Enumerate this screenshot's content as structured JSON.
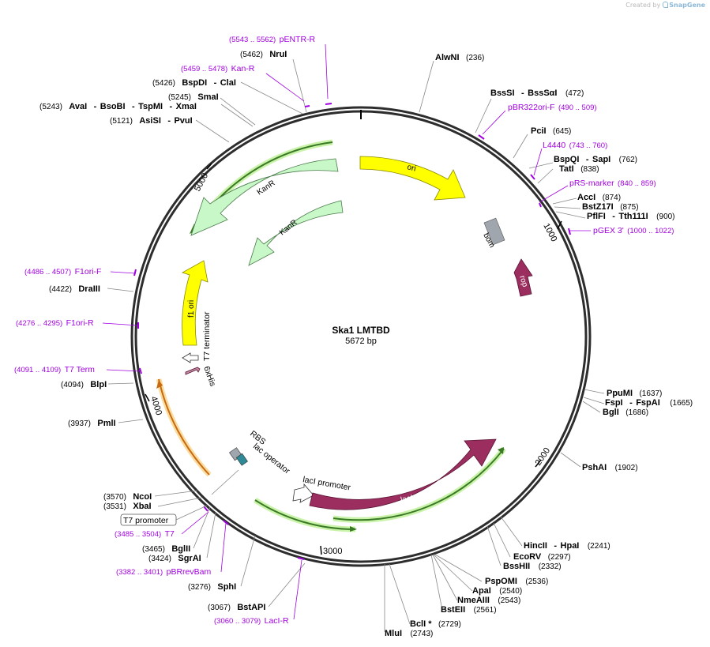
{
  "credit": {
    "prefix": "Created by",
    "brand": "SnapGene"
  },
  "map": {
    "name": "Ska1 LMTBD",
    "length_text": "5672 bp",
    "bp": 5672,
    "colors": {
      "ori": "#ffff00",
      "kan": "#c8f7c8",
      "laci": "#9b2d5f",
      "rop": "#9b2d5f",
      "bom": "#a0a6ad",
      "f1ori": "#ffff00",
      "primer": "#a100e0",
      "backbone": "#2d2d2d"
    },
    "ticks": [
      {
        "label": "1000"
      },
      {
        "label": "2000"
      },
      {
        "label": "3000"
      },
      {
        "label": "4000"
      },
      {
        "label": "5000"
      }
    ],
    "enzymes": [
      {
        "name": "AlwNI",
        "pos": "(236)"
      },
      {
        "name": "BssSI",
        "sep": "-",
        "name2": "BssSαI",
        "pos": "(472)"
      },
      {
        "name": "PciI",
        "pos": "(645)"
      },
      {
        "name": "BspQI",
        "sep": "-",
        "name2": "SapI",
        "pos": "(762)"
      },
      {
        "name": "TatI",
        "pos": "(838)"
      },
      {
        "name": "AccI",
        "pos": "(874)"
      },
      {
        "name": "BstZ17I",
        "pos": "(875)"
      },
      {
        "name": "PflFI",
        "sep": "-",
        "name2": "Tth111I",
        "pos": "(900)"
      },
      {
        "name": "PpuMI",
        "pos": "(1637)"
      },
      {
        "name": "FspI",
        "sep": "-",
        "name2": "FspAI",
        "pos": "(1665)"
      },
      {
        "name": "BglI",
        "pos": "(1686)"
      },
      {
        "name": "PshAI",
        "pos": "(1902)"
      },
      {
        "name": "HincII",
        "sep": "-",
        "name2": "HpaI",
        "pos": "(2241)"
      },
      {
        "name": "EcoRV",
        "pos": "(2297)"
      },
      {
        "name": "BssHII",
        "pos": "(2332)"
      },
      {
        "name": "PspOMI",
        "pos": "(2536)"
      },
      {
        "name": "ApaI",
        "pos": "(2540)"
      },
      {
        "name": "NmeAIII",
        "pos": "(2543)"
      },
      {
        "name": "BstEII",
        "pos": "(2561)"
      },
      {
        "name": "BclI *",
        "pos": "(2729)"
      },
      {
        "name": "MluI",
        "pos": "(2743)"
      },
      {
        "name": "BstAPI",
        "pos": "(3067)"
      },
      {
        "name": "SphI",
        "pos": "(3276)"
      },
      {
        "name": "SgrAI",
        "pos": "(3424)"
      },
      {
        "name": "BglII",
        "pos": "(3465)"
      },
      {
        "name": "XbaI",
        "pos": "(3531)"
      },
      {
        "name": "NcoI",
        "pos": "(3570)"
      },
      {
        "name": "PmlI",
        "pos": "(3937)"
      },
      {
        "name": "BlpI",
        "pos": "(4094)"
      },
      {
        "name": "DraIII",
        "pos": "(4422)"
      },
      {
        "name": "AsiSI",
        "sep": "-",
        "name2": "PvuI",
        "pos": "(5121)"
      },
      {
        "name": "AvaI",
        "sep": "-",
        "name2": "BsoBI",
        "sep2": "-",
        "name3": "TspMI",
        "sep3": "-",
        "name4": "XmaI",
        "pos": "(5243)"
      },
      {
        "name": "SmaI",
        "pos": "(5245)"
      },
      {
        "name": "BspDI",
        "sep": "-",
        "name2": "ClaI",
        "pos": "(5426)"
      },
      {
        "name": "NruI",
        "pos": "(5462)"
      }
    ],
    "primers": [
      {
        "name": "pENTR-R",
        "pos": "(5543 .. 5562)"
      },
      {
        "name": "Kan-R",
        "pos": "(5459 .. 5478)"
      },
      {
        "name": "pBR322ori-F",
        "pos": "(490 .. 509)"
      },
      {
        "name": "L4440",
        "pos": "(743 .. 760)"
      },
      {
        "name": "pRS-marker",
        "pos": "(840 .. 859)"
      },
      {
        "name": "pGEX 3'",
        "pos": "(1000 .. 1022)"
      },
      {
        "name": "F1ori-F",
        "pos": "(4486 .. 4507)"
      },
      {
        "name": "F1ori-R",
        "pos": "(4276 .. 4295)"
      },
      {
        "name": "T7 Term",
        "pos": "(4091 .. 4109)"
      },
      {
        "name": "T7",
        "pos": "(3485 .. 3504)"
      },
      {
        "name": "pBRrevBam",
        "pos": "(3382 .. 3401)"
      },
      {
        "name": "LacI-R",
        "pos": "(3060 .. 3079)"
      }
    ],
    "features": {
      "ori": "ori",
      "kanr_outer": "KanR",
      "kanr_inner": "KanR",
      "bom": "bom",
      "rop": "rop",
      "f1_ori": "f1 ori",
      "t7_terminator": "T7 terminator",
      "sixhis": "6xHis",
      "rbs": "RBS",
      "lac_operator": "lac operator",
      "laci_promoter": "lacI promoter",
      "laci": "lacI",
      "t7_promoter": "T7 promoter"
    }
  }
}
